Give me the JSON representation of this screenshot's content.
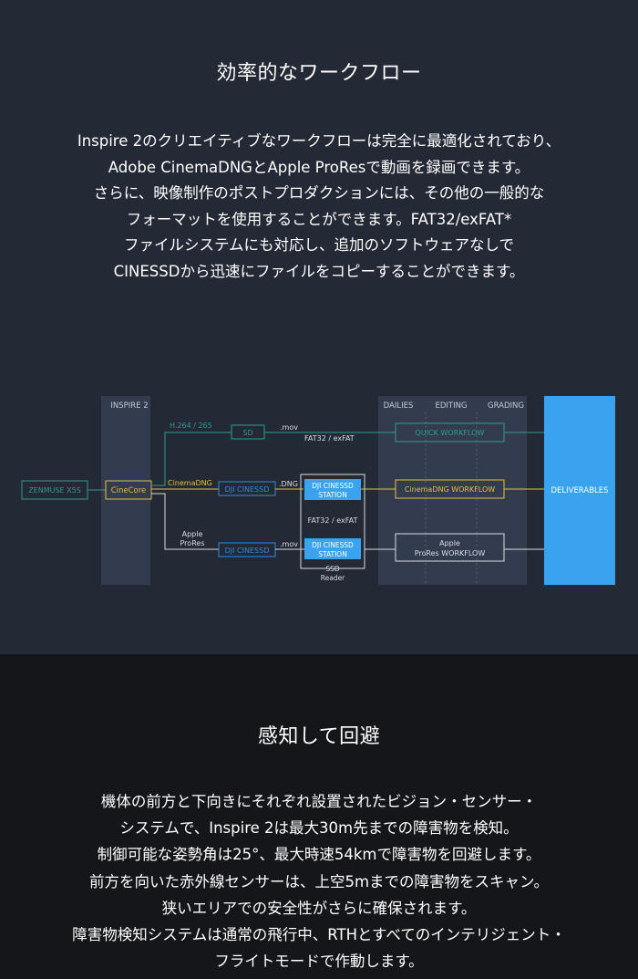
{
  "workflow_section": {
    "title": "効率的なワークフロー",
    "paragraph": [
      "Inspire 2のクリエイティブなワークフローは完全に最適化されており、",
      "Adobe CinemaDNGとApple ProResで動画を録画できます。",
      "さらに、映像制作のポストプロダクションには、その他の一般的な",
      "フォーマットを使用することができます。FAT32/exFAT*",
      "ファイルシステムにも対応し、追加のソフトウェアなしで",
      "CINESSDから迅速にファイルをコピーすることができます。"
    ]
  },
  "diagram": {
    "inspire_label": "INSPIRE 2",
    "stage_dailies": "DAILIES",
    "stage_editing": "EDITING",
    "stage_grading": "GRADING",
    "zenmuse": "ZENMUSE X5S",
    "cinecore": "CineCore",
    "h264": "H.264 / 265",
    "sd": "SD",
    "mov1": ".mov",
    "fat1": "FAT32 / exFAT",
    "quick": "QUICK WORKFLOW",
    "cinemadng": "CinemaDNG",
    "dji_ssd1": "DJI CINESSD",
    "dng": ".DNG",
    "station1_l1": "DJI CINESSD",
    "station1_l2": "STATION",
    "cinemadng_wf": "CinemaDNG WORKFLOW",
    "fat2": "FAT32 / exFAT",
    "apple_l1": "Apple",
    "apple_l2": "ProRes",
    "dji_ssd2": "DJI CINESSD",
    "mov2": ".mov",
    "station2_l1": "DJI CINESSD",
    "station2_l2": "STATION",
    "ssd_reader_l1": "SSD",
    "ssd_reader_l2": "Reader",
    "prores_wf_l1": "Apple",
    "prores_wf_l2": "ProRes WORKFLOW",
    "deliverables": "DELIVERABLES",
    "colors": {
      "teal": "#2f9a92",
      "yellow": "#e4bf3e",
      "white": "#d8dbe0",
      "blue": "#2f8bdc",
      "deliverables_bg": "#3aa3f0"
    }
  },
  "obstacle_section": {
    "title": "感知して回避",
    "paragraph": [
      "機体の前方と下向きにそれぞれ設置されたビジョン・センサー・",
      "システムで、Inspire 2は最大30m先までの障害物を検知。",
      "制御可能な姿勢角は25°、最大時速54kmで障害物を回避します。",
      "前方を向いた赤外線センサーは、上空5mまでの障害物をスキャン。",
      "狭いエリアでの安全性がさらに確保されます。",
      "障害物検知システムは通常の飛行中、RTHとすべてのインテリジェント・",
      "フライトモードで作動します。"
    ]
  }
}
